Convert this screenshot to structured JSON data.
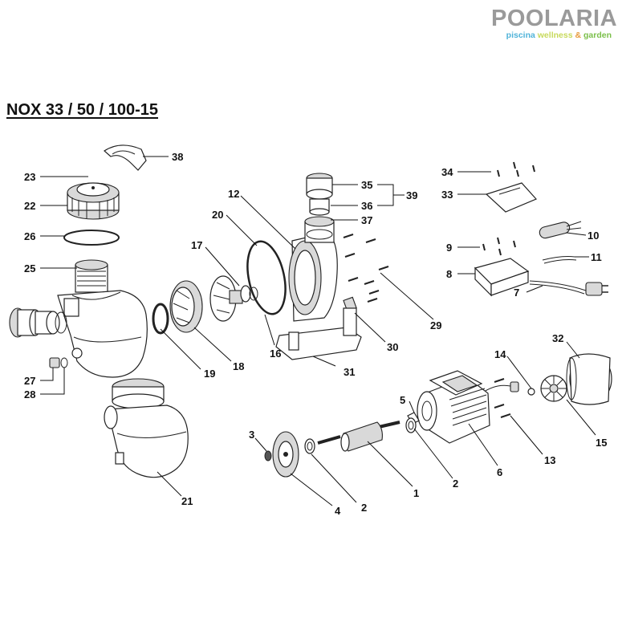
{
  "logo": {
    "brand": "POOLARIA",
    "tagline_words": [
      "piscina",
      "wellness",
      "&",
      "garden"
    ]
  },
  "title": "NOX 33 / 50 / 100-15",
  "callouts": [
    "1",
    "2",
    "2",
    "3",
    "4",
    "5",
    "6",
    "7",
    "8",
    "9",
    "10",
    "11",
    "12",
    "13",
    "14",
    "15",
    "16",
    "17",
    "18",
    "19",
    "20",
    "21",
    "22",
    "23",
    "25",
    "26",
    "27",
    "28",
    "29",
    "30",
    "31",
    "32",
    "33",
    "34",
    "35",
    "36",
    "37",
    "38",
    "39"
  ]
}
